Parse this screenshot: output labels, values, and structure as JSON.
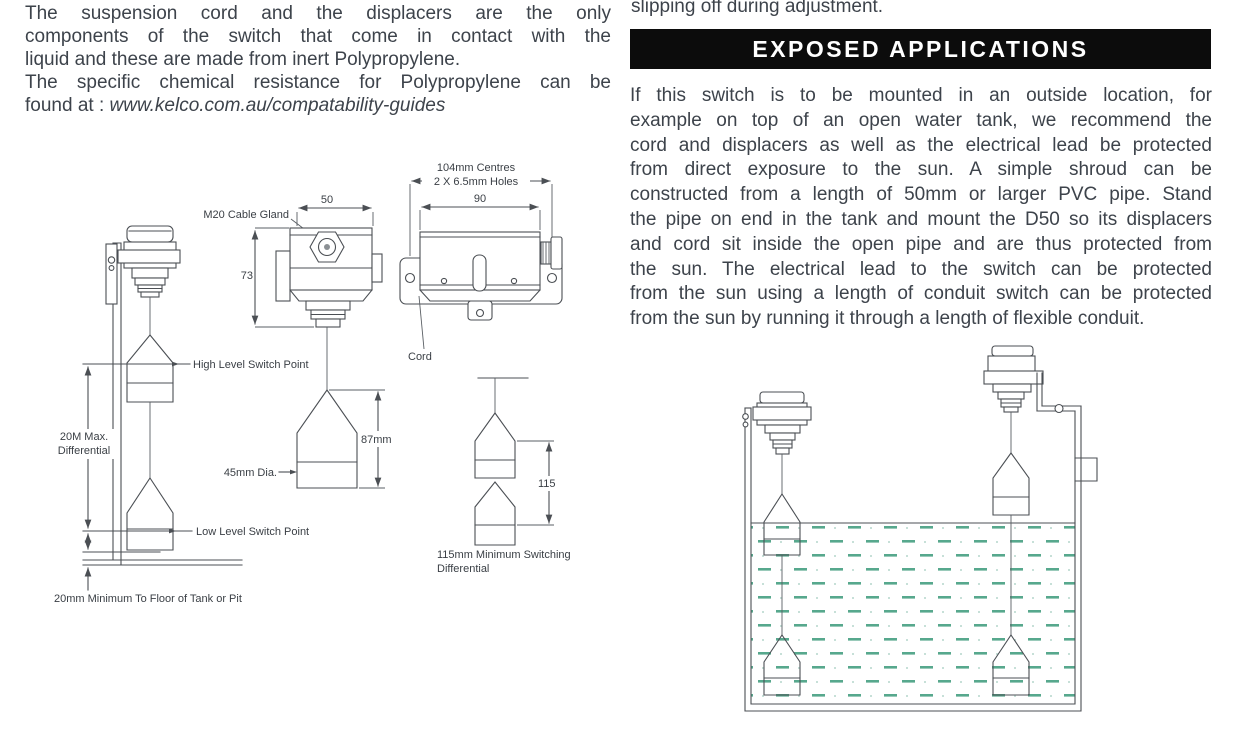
{
  "colors": {
    "text": "#3d434b",
    "diagram_line": "#4b4f54",
    "banner_bg": "#0c0c0c",
    "banner_text": "#ffffff",
    "water_dash": "#57a88d"
  },
  "intro": {
    "lines": [
      "The suspension cord and the displacers are the only",
      "components of the switch that come in contact with the",
      "liquid and these are made from inert Polypropylene.",
      "The specific chemical resistance for Polypropylene can be"
    ],
    "found_prefix": "found at :  ",
    "link": "www.kelco.com.au/compatability-guides"
  },
  "exposed": {
    "fragment": "slipping off during adjustment.",
    "banner_title": "EXPOSED APPLICATIONS",
    "lines": [
      "If this switch is to be mounted in an outside location, for",
      "example on top of an open water tank, we recommend the",
      "cord and displacers as well as the electrical lead be protected",
      "from direct exposure to the sun. A simple shroud can be",
      "constructed from a length of 50mm or larger PVC pipe. Stand",
      "the pipe on end in the tank and mount the D50 so its displacers",
      "and cord sit inside the open pipe and are thus protected from",
      "the sun. The electrical lead to the switch can be protected",
      "from the sun using a length of conduit switch can be protected",
      "from the sun by running it through a length of flexible conduit."
    ]
  },
  "figure": {
    "labels": {
      "m20_gland": "M20 Cable Gland",
      "dim_50": "50",
      "dim_73": "73",
      "high_level": "High Level Switch Point",
      "low_level": "Low Level Switch Point",
      "max_diff_line1": "20M Max.",
      "max_diff_line2": "Differential",
      "floor_clearance": "20mm Minimum To Floor of Tank or Pit",
      "dia_45": "45mm Dia.",
      "dim_87": "87mm",
      "centres_104": "104mm Centres",
      "holes_65": "2 X 6.5mm Holes",
      "dim_90": "90",
      "cord": "Cord",
      "dim_115": "115",
      "min_switching_line1": "115mm Minimum Switching",
      "min_switching_line2": "Differential"
    }
  }
}
